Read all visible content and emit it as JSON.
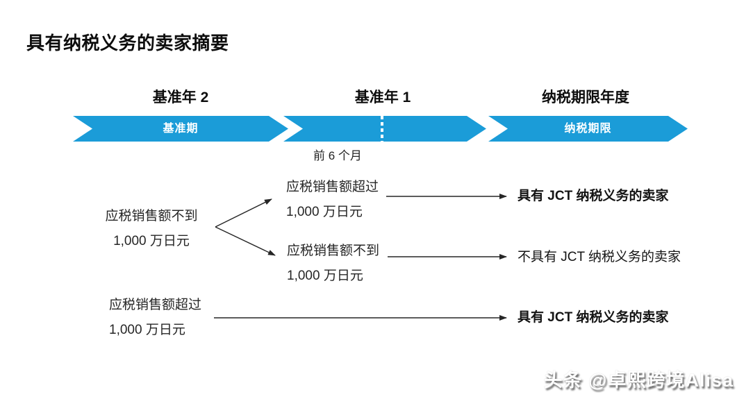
{
  "page": {
    "title": "具有纳税义务的卖家摘要",
    "watermark": "头条 @卓熙跨境Alisa",
    "accent_color": "#1b9cd8"
  },
  "timeline": {
    "headers": [
      {
        "label": "基准年 2"
      },
      {
        "label": "基准年 1"
      },
      {
        "label": "纳税期限年度"
      }
    ],
    "arrow1_label": "基准期",
    "arrow3_label": "纳税期限",
    "first_half_label": "前 6 个月"
  },
  "flow": {
    "node_base2_under": {
      "line1": "应税销售额不到",
      "line2": "1,000 万日元"
    },
    "node_base1_over": {
      "line1": "应税销售额超过",
      "line2": "1,000 万日元"
    },
    "node_base1_under": {
      "line1": "应税销售额不到",
      "line2": "1,000 万日元"
    },
    "node_base2_over": {
      "line1": "应税销售额超过",
      "line2": "1,000 万日元"
    },
    "outcome_top": "具有 JCT 纳税义务的卖家",
    "outcome_mid": "不具有 JCT 纳税义务的卖家",
    "outcome_bottom": "具有 JCT 纳税义务的卖家"
  }
}
